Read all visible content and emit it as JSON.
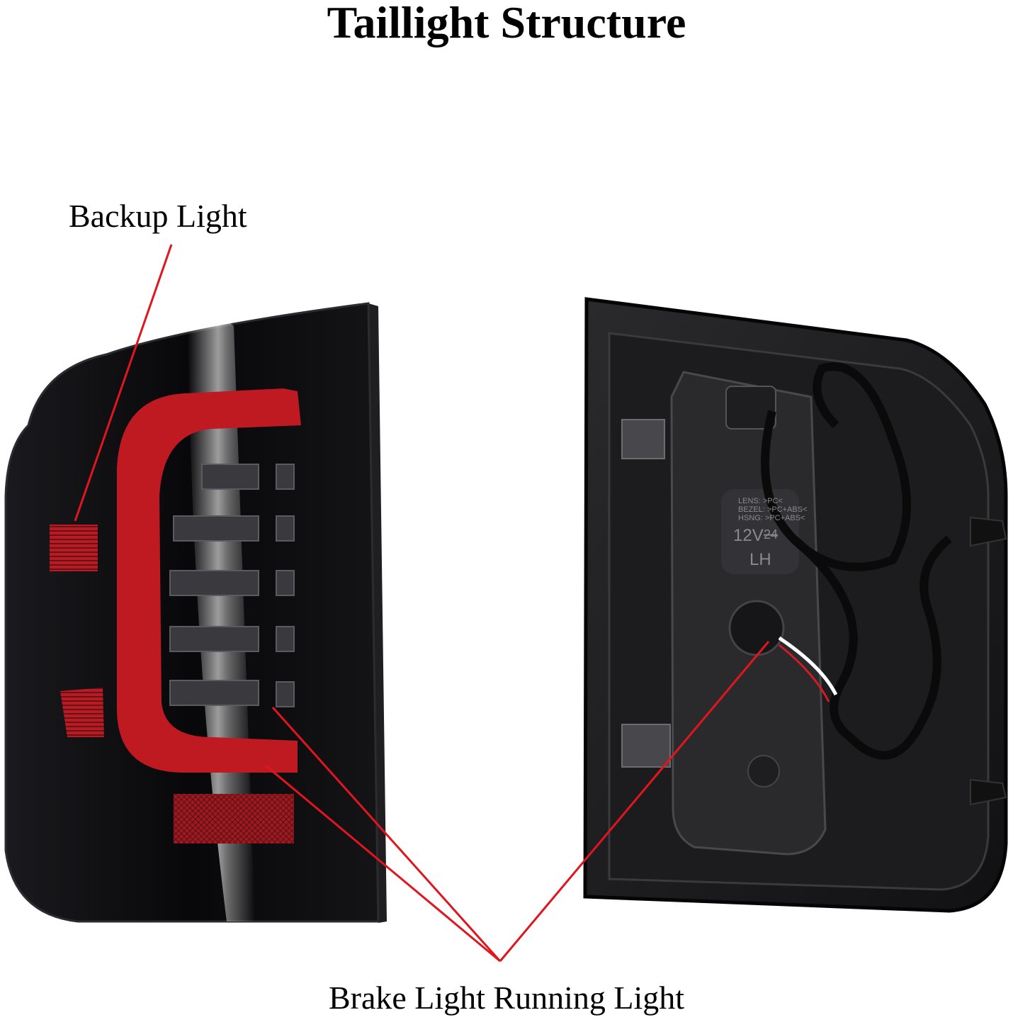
{
  "title": "Taillight Structure",
  "labels": {
    "backup": "Backup Light",
    "brake_running": "Brake Light Running Light"
  },
  "rear_markings": {
    "lens": "LENS: >PC<",
    "bezel": "BEZEL: >PC+ABS<",
    "housing": "HSNG: >PC+ABS<",
    "voltage": "12V",
    "voltage_struck": "24",
    "side": "LH"
  },
  "colors": {
    "callout_line": "#e0161f",
    "housing": "#0c0c0e",
    "red_lens": "#c21a22"
  }
}
